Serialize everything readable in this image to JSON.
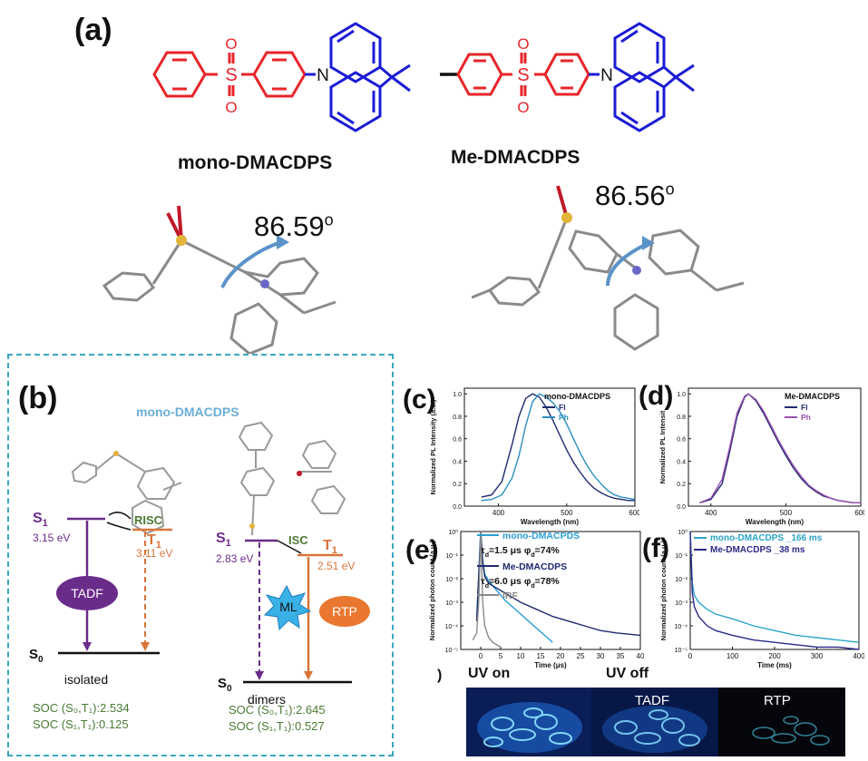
{
  "panel_a": {
    "label": "(a)",
    "molecules": [
      {
        "name": "mono-DMACDPS",
        "angle": "86.59",
        "angle_unit": "o"
      },
      {
        "name": "Me-DMACDPS",
        "angle": "86.56",
        "angle_unit": "o"
      }
    ],
    "atoms": {
      "sulfur": "S",
      "oxygen": "O",
      "nitrogen": "N"
    }
  },
  "panel_b": {
    "label": "(b)",
    "title": "mono-DMACDPS",
    "isolated": {
      "s1": "S",
      "s1_sub": "1",
      "s1_energy": "3.15 eV",
      "t1": "T",
      "t1_sub": "1",
      "t1_energy": "3.11 eV",
      "risc": "RISC",
      "tadf": "TADF",
      "s0": "S",
      "s0_sub": "0",
      "caption": "isolated",
      "soc1": "SOC (S₀,T₁):2.534",
      "soc2": "SOC (S₁,T₁):0.125"
    },
    "dimers": {
      "s1": "S",
      "s1_sub": "1",
      "s1_energy": "2.83 eV",
      "t1": "T",
      "t1_sub": "1",
      "t1_energy": "2.51 eV",
      "isc": "ISC",
      "ml": "ML",
      "rtp": "RTP",
      "s0": "S",
      "s0_sub": "0",
      "caption": "dimers",
      "soc1": "SOC (S₀,T₁):2.645",
      "soc2": "SOC (S₁,T₁):0.527"
    },
    "colors": {
      "purple": "#6a2c8a",
      "orange": "#d9743a",
      "green": "#4a7a33",
      "teal": "#3aa7c0"
    }
  },
  "panel_c": {
    "label": "(c)",
    "chart_data": {
      "type": "line",
      "title": "mono-DMACDPS",
      "xlabel": "Wavelength (nm)",
      "ylabel": "Normalized PL Intensity (a.u.)",
      "xlim": [
        350,
        600
      ],
      "ylim": [
        0.0,
        1.05
      ],
      "xticks": [
        "400",
        "500",
        "600"
      ],
      "yticks": [
        "0.0",
        "0.2",
        "0.4",
        "0.6",
        "0.8",
        "1.0"
      ],
      "series": [
        {
          "name": "Fl",
          "color": "#1f2a6e",
          "x": [
            375,
            390,
            405,
            420,
            430,
            440,
            450,
            460,
            470,
            480,
            490,
            500,
            510,
            520,
            530,
            540,
            550,
            560,
            570,
            580,
            590,
            600
          ],
          "y": [
            0.08,
            0.1,
            0.22,
            0.55,
            0.8,
            0.96,
            1.0,
            0.97,
            0.88,
            0.76,
            0.63,
            0.5,
            0.39,
            0.3,
            0.22,
            0.16,
            0.12,
            0.09,
            0.07,
            0.06,
            0.05,
            0.05
          ]
        },
        {
          "name": "Ph",
          "color": "#2a8fc0",
          "x": [
            375,
            390,
            405,
            420,
            430,
            440,
            450,
            460,
            470,
            480,
            490,
            500,
            510,
            520,
            530,
            540,
            550,
            560,
            570,
            580,
            590,
            600
          ],
          "y": [
            0.05,
            0.06,
            0.1,
            0.25,
            0.45,
            0.72,
            0.93,
            1.0,
            0.97,
            0.92,
            0.84,
            0.73,
            0.6,
            0.47,
            0.36,
            0.27,
            0.2,
            0.14,
            0.1,
            0.08,
            0.07,
            0.06
          ]
        }
      ]
    }
  },
  "panel_d": {
    "label": "(d)",
    "chart_data": {
      "type": "line",
      "title": "Me-DMACDPS",
      "xlabel": "Wavelength (nm)",
      "ylabel": "Normalized PL Intensit",
      "xlim": [
        370,
        600
      ],
      "ylim": [
        0.0,
        1.05
      ],
      "xticks": [
        "400",
        "500",
        "600"
      ],
      "yticks": [
        "0.0",
        "0.2",
        "0.4",
        "0.6",
        "0.8",
        "1.0"
      ],
      "series": [
        {
          "name": "Fl",
          "color": "#1f2a6e",
          "x": [
            385,
            400,
            415,
            425,
            435,
            445,
            450,
            460,
            470,
            480,
            490,
            500,
            510,
            520,
            530,
            540,
            550,
            560,
            570,
            580,
            590,
            600
          ],
          "y": [
            0.03,
            0.06,
            0.2,
            0.48,
            0.8,
            0.97,
            1.0,
            0.94,
            0.83,
            0.7,
            0.57,
            0.45,
            0.34,
            0.25,
            0.18,
            0.13,
            0.09,
            0.07,
            0.05,
            0.04,
            0.03,
            0.03
          ]
        },
        {
          "name": "Ph",
          "color": "#9a4fb0",
          "x": [
            385,
            400,
            415,
            425,
            435,
            445,
            450,
            460,
            470,
            480,
            490,
            500,
            510,
            520,
            530,
            540,
            550,
            560,
            570,
            580,
            590,
            600
          ],
          "y": [
            0.03,
            0.07,
            0.24,
            0.52,
            0.83,
            0.98,
            1.0,
            0.95,
            0.85,
            0.72,
            0.59,
            0.47,
            0.36,
            0.27,
            0.19,
            0.14,
            0.1,
            0.07,
            0.05,
            0.04,
            0.03,
            0.03
          ]
        }
      ]
    }
  },
  "panel_e": {
    "label": "(e)",
    "chart_data": {
      "type": "line",
      "xlabel": "Time (μs)",
      "ylabel": "Normalized photon count (a.u.)",
      "xlim": [
        -5,
        40
      ],
      "ylog": true,
      "ylim_exp": [
        -5,
        0
      ],
      "xticks": [
        "0",
        "5",
        "10",
        "15",
        "20",
        "25",
        "30",
        "35",
        "40"
      ],
      "yticks": [
        "10⁻⁵",
        "10⁻⁴",
        "10⁻³",
        "10⁻²",
        "10⁻¹",
        "10⁰"
      ],
      "series": [
        {
          "name": "mono-DMACPDS",
          "color": "#2a9fd6",
          "x": [
            -1,
            0,
            0.5,
            1,
            2,
            4,
            6,
            8,
            10,
            12,
            14,
            16,
            18
          ],
          "logy": [
            -3.6,
            0,
            -1.2,
            -1.8,
            -2.1,
            -2.5,
            -2.9,
            -3.2,
            -3.5,
            -3.8,
            -4.1,
            -4.4,
            -4.7
          ]
        },
        {
          "name": "Me-DMACDPS",
          "color": "#1f2a6e",
          "x": [
            -1,
            0,
            0.5,
            1,
            2,
            4,
            6,
            8,
            10,
            14,
            18,
            22,
            26,
            30,
            34,
            40
          ],
          "logy": [
            -3.8,
            0,
            -1.3,
            -1.9,
            -2.2,
            -2.4,
            -2.6,
            -2.8,
            -3.0,
            -3.3,
            -3.6,
            -3.8,
            -4.0,
            -4.2,
            -4.3,
            -4.4
          ]
        },
        {
          "name": "IRF",
          "color": "#8a8a8a",
          "x": [
            -2,
            -1,
            -0.5,
            0,
            0.5,
            1,
            2,
            3,
            5
          ],
          "logy": [
            -4.6,
            -4.3,
            -3.0,
            0,
            -3.0,
            -4.0,
            -4.5,
            -4.7,
            -4.9
          ]
        }
      ],
      "annotations": [
        {
          "tau": "τ",
          "tau_sub": "d",
          "tau_val": "=1.5 μs",
          "phi": "φ",
          "phi_sub": "d",
          "phi_val": "=74%"
        },
        {
          "tau": "τ",
          "tau_sub": "d",
          "tau_val": "=6.0 μs",
          "phi": "φ",
          "phi_sub": "d",
          "phi_val": "=78%"
        }
      ]
    }
  },
  "panel_f": {
    "label": "(f)",
    "chart_data": {
      "type": "line",
      "xlabel": "Time (ms)",
      "ylabel": "Normalized photon count (a.u.)",
      "xlim": [
        0,
        400
      ],
      "ylog": true,
      "ylim_exp": [
        -5,
        0
      ],
      "xticks": [
        "0",
        "100",
        "200",
        "300",
        "400"
      ],
      "yticks": [
        "10⁻⁵",
        "10⁻⁴",
        "10⁻³",
        "10⁻²",
        "10⁻¹",
        "10⁰"
      ],
      "series": [
        {
          "name": "mono-DMACDPS _166 ms",
          "color": "#2aa4c8",
          "x": [
            0,
            5,
            10,
            20,
            40,
            60,
            100,
            150,
            200,
            250,
            300,
            350,
            400
          ],
          "logy": [
            0,
            -2.2,
            -2.7,
            -3.0,
            -3.3,
            -3.5,
            -3.7,
            -4.0,
            -4.2,
            -4.4,
            -4.5,
            -4.6,
            -4.7
          ]
        },
        {
          "name": "Me-DMACDPS _38 ms",
          "color": "#2b2a8a",
          "x": [
            0,
            5,
            10,
            20,
            40,
            60,
            100,
            150,
            200,
            250,
            300,
            350,
            400
          ],
          "logy": [
            0,
            -2.6,
            -3.2,
            -3.6,
            -4.0,
            -4.2,
            -4.4,
            -4.6,
            -4.7,
            -4.8,
            -4.9,
            -4.9,
            -5.0
          ]
        }
      ]
    }
  },
  "photos": {
    "partial_label": ")",
    "uv_on": "UV on",
    "uv_off": "UV off",
    "tadf": "TADF",
    "rtp": "RTP"
  }
}
